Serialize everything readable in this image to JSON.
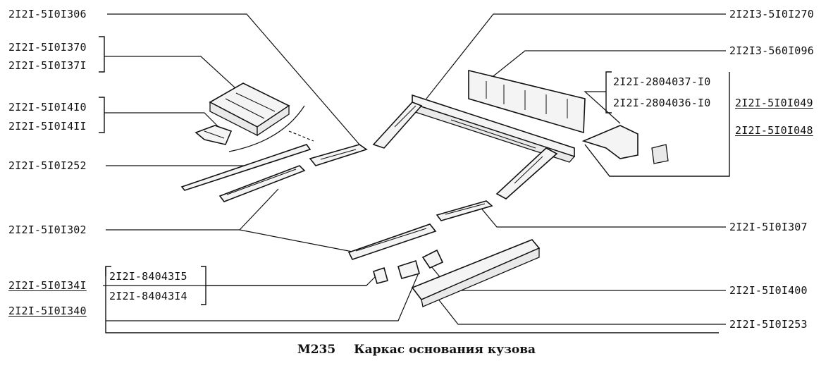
{
  "caption": {
    "code": "М235",
    "title": "Каркас основания кузова"
  },
  "labels": {
    "l_5101306": "2I2I-5I0I306",
    "l_5101370": "2I2I-5I0I370",
    "l_5101371": "2I2I-5I0I37I",
    "l_5101410": "2I2I-5I0I4I0",
    "l_5101411": "2I2I-5I0I4II",
    "l_5101252": "2I2I-5I0I252",
    "l_5101302": "2I2I-5I0I302",
    "l_5101341": "2I2I-5I0I34I",
    "l_5101340": "2I2I-5I0I340",
    "l_8404315": "2I2I-84043I5",
    "l_8404314": "2I2I-84043I4",
    "r_5101270": "2I2I3-5I0I270",
    "r_5601096": "2I2I3-560I096",
    "r_2804037": "2I2I-2804037-I0",
    "r_2804036": "2I2I-2804036-I0",
    "r_5101049": "2I2I-5I0I049",
    "r_5101048": "2I2I-5I0I048",
    "r_5101307": "2I2I-5I0I307",
    "r_5101400": "2I2I-5I0I400",
    "r_5101253": "2I2I-5I0I253"
  }
}
